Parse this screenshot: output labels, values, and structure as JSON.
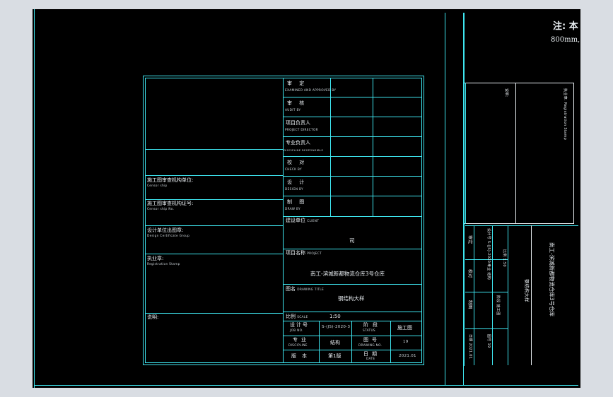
{
  "note": {
    "line1": "注: 本",
    "line2": "800mm,"
  },
  "left_block": {
    "doc_unit": {
      "cn": "施工图审查机构单位:",
      "en": "Censor ship"
    },
    "cert_no": {
      "cn": "施工图审查机构证号:",
      "en": "Censor ship No."
    },
    "design_unit": {
      "cn": "设计单位出图章:",
      "en": "Design Certificate Group"
    },
    "reg_seal": {
      "cn": "执业章:",
      "en": "Registration Stamp"
    },
    "remark": {
      "cn": "说明:"
    }
  },
  "sign_rows": [
    {
      "cn": "审 定",
      "en": "EXAMINED AND APPROVED BY"
    },
    {
      "cn": "审 核",
      "en": "AUDIT BY"
    },
    {
      "cn": "项目负责人",
      "en": "PROJECT DIRECTOR"
    },
    {
      "cn": "专业负责人",
      "en": "DISCIPLINE RESPONSIBLE"
    },
    {
      "cn": "校 对",
      "en": "CHECK BY"
    },
    {
      "cn": "设 计",
      "en": "DESIGN BY"
    },
    {
      "cn": "制 图",
      "en": "DRAW BY"
    }
  ],
  "client": {
    "label_cn": "建设单位",
    "label_en": "CLIENT",
    "value": "司"
  },
  "project": {
    "label_cn": "项目名称",
    "label_en": "PROJECT",
    "value": "南工-滨城新都物流仓库3号仓库"
  },
  "drawing": {
    "label_cn": "图名",
    "label_en": "DRAWING TITLE",
    "value": "钢结构大样"
  },
  "scale": {
    "label_cn": "比例",
    "label_en": "SCALE",
    "value": "1:50"
  },
  "job_no": {
    "label_cn": "设计号",
    "label_en": "JOB NO.",
    "value": "S-(JS)-2020-3"
  },
  "status": {
    "label_cn": "阶段",
    "label_en": "STATUS",
    "value": "施工图"
  },
  "discipline": {
    "label_cn": "专业",
    "label_en": "DISCIPLINE",
    "value": "结构"
  },
  "drawing_no": {
    "label_cn": "图号",
    "label_en": "DRAWING NO.",
    "value": "19"
  },
  "version": {
    "label_cn": "版本",
    "value": "第1版"
  },
  "date": {
    "label_cn": "日期",
    "label_en": "DATE",
    "value": "2021.01"
  },
  "right_strip": {
    "reg_seal": "执业章: Registration Stamp",
    "drawing_title": "钢结构大样",
    "project_title": "南工-滨城新都物流仓库3号仓库",
    "scale": "比例 1:50",
    "job_no": "设计号 S-(JS)-2020-3",
    "status": "阶段 施工图",
    "discipline": "专业 结构",
    "drawing_no": "图号 19",
    "date": "日期 2021.01",
    "audit": "审定",
    "check": "校对",
    "draw": "制图"
  }
}
